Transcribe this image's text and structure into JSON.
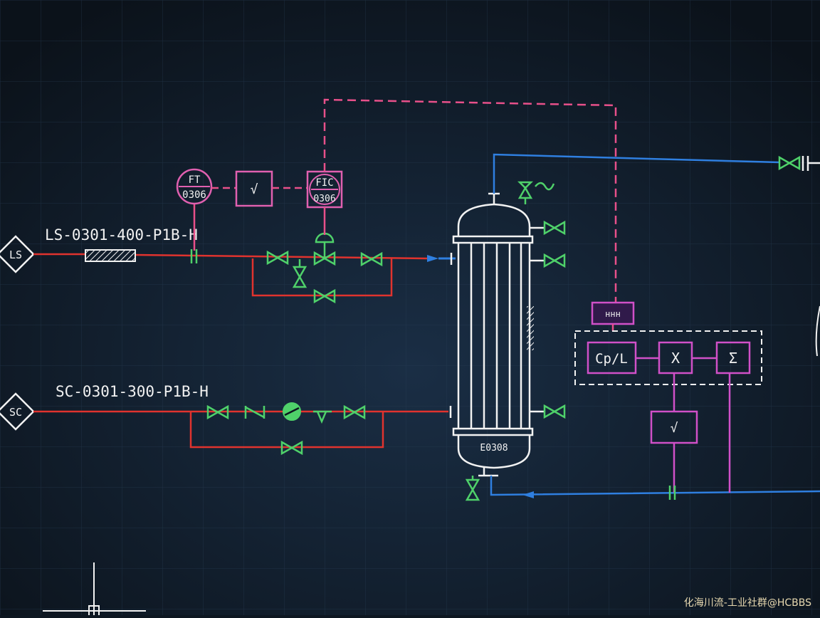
{
  "lines": {
    "ls_line_label": "LS-0301-400-P1B-H",
    "sc_line_label": "SC-0301-300-P1B-H"
  },
  "offpage": {
    "ls": "LS",
    "sc": "SC"
  },
  "instruments": {
    "ft": {
      "tag": "FT",
      "number": "0306"
    },
    "fic": {
      "tag": "FIC",
      "number": "0306"
    },
    "sqrt_symbol": "√",
    "sqrt_symbol_2": "√"
  },
  "vessel": {
    "tag": "E0308"
  },
  "control": {
    "transmitter_label": "ннн",
    "cp_block": "Cp/L",
    "mult_block": "X",
    "sum_block": "Σ"
  },
  "watermark": "化海川流-工业社群@HCBBS",
  "colors": {
    "background": "#0d1620",
    "process_line": "#e0332e",
    "signal_line": "#e8508a",
    "water_line": "#2f7fe0",
    "valve": "#4fd16a",
    "instrument": "#e060b0",
    "control_block": "#d050c8",
    "vessel": "#f2f2f2",
    "text": "#f2f2f2"
  }
}
